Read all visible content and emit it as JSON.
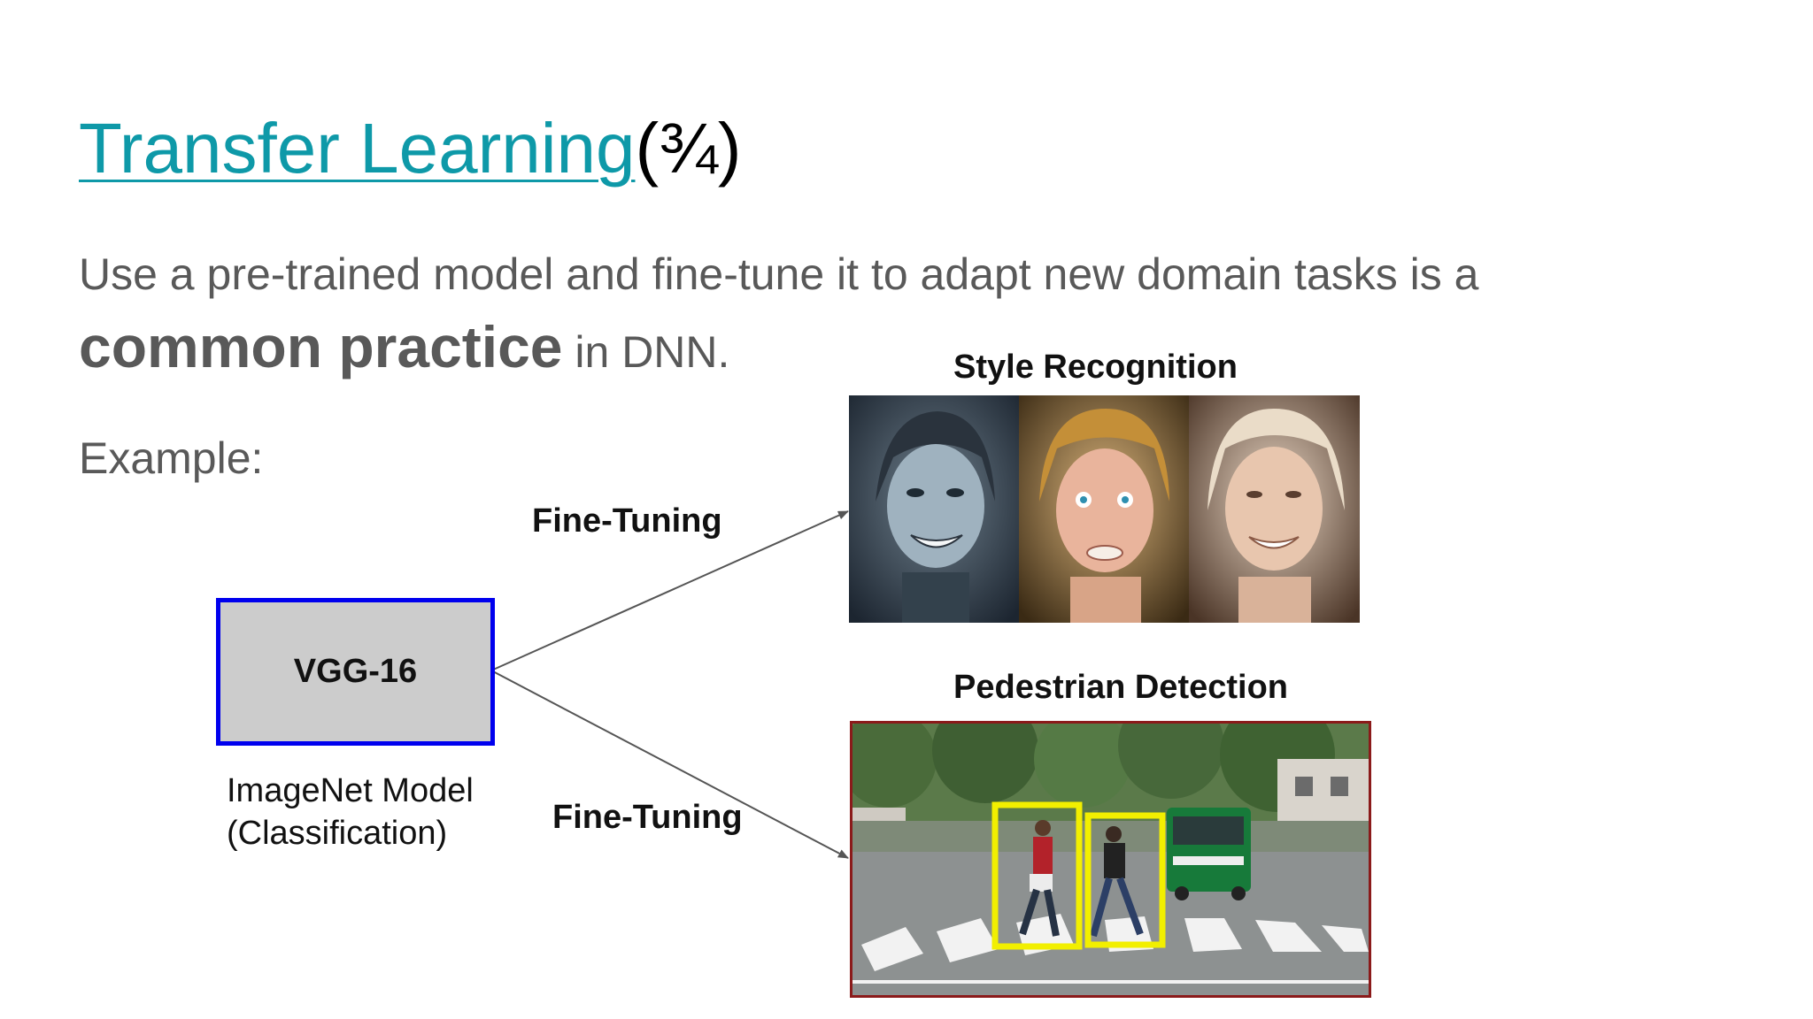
{
  "slide": {
    "title_link": "Transfer Learning",
    "title_suffix": "(¾)",
    "body_line1": "Use a pre-trained model and fine-tune it to adapt new domain tasks is a",
    "body_bold": "common practice",
    "body_rest": " in DNN.",
    "example_label": "Example:"
  },
  "diagram": {
    "model_name": "VGG-16",
    "caption_line1": "ImageNet Model",
    "caption_line2": "(Classification)",
    "finetune_top": "Fine-Tuning",
    "finetune_bottom": "Fine-Tuning",
    "style_label": "Style Recognition",
    "pedestrian_label": "Pedestrian Detection",
    "colors": {
      "box_border": "#0000ee",
      "box_fill": "#cccccc",
      "detection_box": "#f2ef00",
      "link": "#0e99a8"
    }
  }
}
